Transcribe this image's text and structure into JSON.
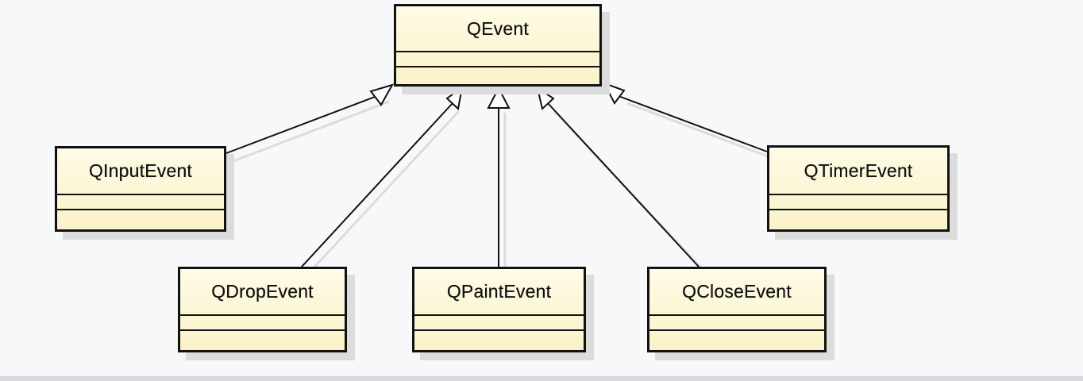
{
  "diagram": {
    "classes": {
      "qevent": {
        "name": "QEvent"
      },
      "qinputevent": {
        "name": "QInputEvent"
      },
      "qdropevent": {
        "name": "QDropEvent"
      },
      "qpaintevent": {
        "name": "QPaintEvent"
      },
      "qcloseevent": {
        "name": "QCloseEvent"
      },
      "qtimerevent": {
        "name": "QTimerEvent"
      }
    },
    "generalizations": [
      {
        "from": "QInputEvent",
        "to": "QEvent"
      },
      {
        "from": "QDropEvent",
        "to": "QEvent"
      },
      {
        "from": "QPaintEvent",
        "to": "QEvent"
      },
      {
        "from": "QCloseEvent",
        "to": "QEvent"
      },
      {
        "from": "QTimerEvent",
        "to": "QEvent"
      }
    ]
  }
}
